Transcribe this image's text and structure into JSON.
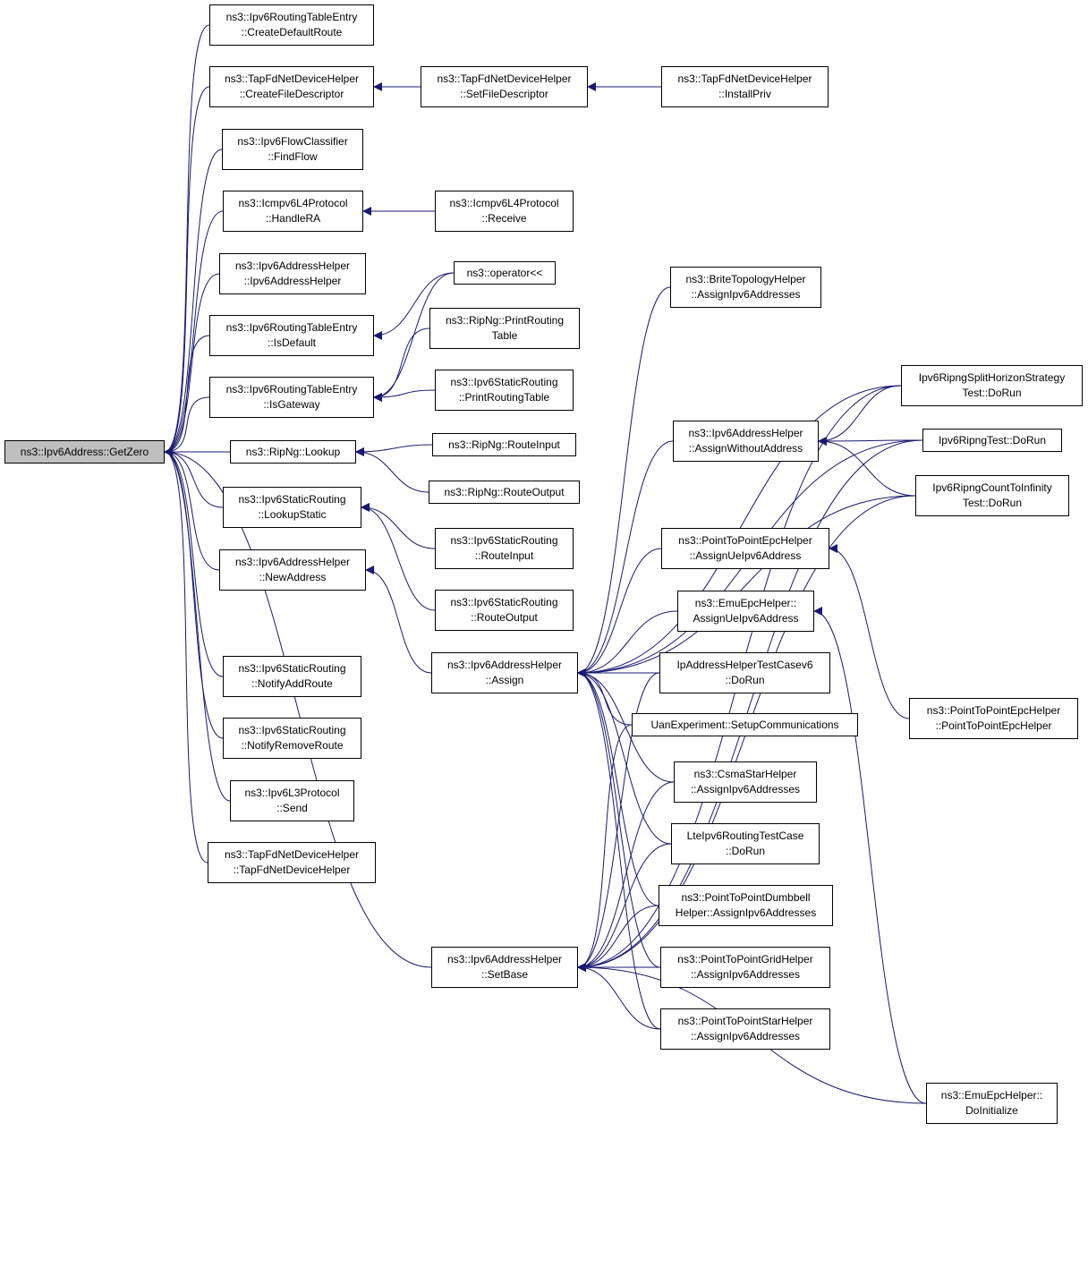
{
  "graph": {
    "edge_color": "#191970",
    "root_fill": "#bfbfbf",
    "nodes": [
      {
        "id": "root",
        "l1": "ns3::Ipv6Address::GetZero",
        "l2": ""
      },
      {
        "id": "n1",
        "l1": "ns3::Ipv6RoutingTableEntry",
        "l2": "::CreateDefaultRoute"
      },
      {
        "id": "n2",
        "l1": "ns3::TapFdNetDeviceHelper",
        "l2": "::CreateFileDescriptor"
      },
      {
        "id": "n3",
        "l1": "ns3::Ipv6FlowClassifier",
        "l2": "::FindFlow"
      },
      {
        "id": "n4",
        "l1": "ns3::Icmpv6L4Protocol",
        "l2": "::HandleRA"
      },
      {
        "id": "n5",
        "l1": "ns3::Ipv6AddressHelper",
        "l2": "::Ipv6AddressHelper"
      },
      {
        "id": "n6",
        "l1": "ns3::Ipv6RoutingTableEntry",
        "l2": "::IsDefault"
      },
      {
        "id": "n7",
        "l1": "ns3::Ipv6RoutingTableEntry",
        "l2": "::IsGateway"
      },
      {
        "id": "n8",
        "l1": "ns3::RipNg::Lookup",
        "l2": ""
      },
      {
        "id": "n9",
        "l1": "ns3::Ipv6StaticRouting",
        "l2": "::LookupStatic"
      },
      {
        "id": "n10",
        "l1": "ns3::Ipv6AddressHelper",
        "l2": "::NewAddress"
      },
      {
        "id": "n11",
        "l1": "ns3::Ipv6StaticRouting",
        "l2": "::NotifyAddRoute"
      },
      {
        "id": "n12",
        "l1": "ns3::Ipv6StaticRouting",
        "l2": "::NotifyRemoveRoute"
      },
      {
        "id": "n13",
        "l1": "ns3::Ipv6L3Protocol",
        "l2": "::Send"
      },
      {
        "id": "n14",
        "l1": "ns3::TapFdNetDeviceHelper",
        "l2": "::TapFdNetDeviceHelper"
      },
      {
        "id": "n15",
        "l1": "ns3::TapFdNetDeviceHelper",
        "l2": "::SetFileDescriptor"
      },
      {
        "id": "n16",
        "l1": "ns3::TapFdNetDeviceHelper",
        "l2": "::InstallPriv"
      },
      {
        "id": "n17",
        "l1": "ns3::Icmpv6L4Protocol",
        "l2": "::Receive"
      },
      {
        "id": "n18",
        "l1": "ns3::operator<<",
        "l2": ""
      },
      {
        "id": "n19",
        "l1": "ns3::RipNg::PrintRouting",
        "l2": "Table"
      },
      {
        "id": "n20",
        "l1": "ns3::Ipv6StaticRouting",
        "l2": "::PrintRoutingTable"
      },
      {
        "id": "n21",
        "l1": "ns3::RipNg::RouteInput",
        "l2": ""
      },
      {
        "id": "n22",
        "l1": "ns3::RipNg::RouteOutput",
        "l2": ""
      },
      {
        "id": "n23",
        "l1": "ns3::Ipv6StaticRouting",
        "l2": "::RouteInput"
      },
      {
        "id": "n24",
        "l1": "ns3::Ipv6StaticRouting",
        "l2": "::RouteOutput"
      },
      {
        "id": "n25",
        "l1": "ns3::Ipv6AddressHelper",
        "l2": "::Assign"
      },
      {
        "id": "n26",
        "l1": "ns3::Ipv6AddressHelper",
        "l2": "::SetBase"
      },
      {
        "id": "n27",
        "l1": "ns3::BriteTopologyHelper",
        "l2": "::AssignIpv6Addresses"
      },
      {
        "id": "n28",
        "l1": "ns3::Ipv6AddressHelper",
        "l2": "::AssignWithoutAddress"
      },
      {
        "id": "n29",
        "l1": "ns3::PointToPointEpcHelper",
        "l2": "::AssignUeIpv6Address"
      },
      {
        "id": "n30",
        "l1": "ns3::EmuEpcHelper::",
        "l2": "AssignUeIpv6Address"
      },
      {
        "id": "n31",
        "l1": "IpAddressHelperTestCasev6",
        "l2": "::DoRun"
      },
      {
        "id": "n32",
        "l1": "UanExperiment::SetupCommunications",
        "l2": ""
      },
      {
        "id": "n33",
        "l1": "ns3::CsmaStarHelper",
        "l2": "::AssignIpv6Addresses"
      },
      {
        "id": "n34",
        "l1": "LteIpv6RoutingTestCase",
        "l2": "::DoRun"
      },
      {
        "id": "n35",
        "l1": "ns3::PointToPointDumbbell",
        "l2": "Helper::AssignIpv6Addresses"
      },
      {
        "id": "n36",
        "l1": "ns3::PointToPointGridHelper",
        "l2": "::AssignIpv6Addresses"
      },
      {
        "id": "n37",
        "l1": "ns3::PointToPointStarHelper",
        "l2": "::AssignIpv6Addresses"
      },
      {
        "id": "n38",
        "l1": "Ipv6RipngSplitHorizonStrategy",
        "l2": "Test::DoRun"
      },
      {
        "id": "n39",
        "l1": "Ipv6RipngTest::DoRun",
        "l2": ""
      },
      {
        "id": "n40",
        "l1": "Ipv6RipngCountToInfinity",
        "l2": "Test::DoRun"
      },
      {
        "id": "n41",
        "l1": "ns3::PointToPointEpcHelper",
        "l2": "::PointToPointEpcHelper"
      },
      {
        "id": "n42",
        "l1": "ns3::EmuEpcHelper::",
        "l2": "DoInitialize"
      }
    ],
    "edges": [
      [
        "n1",
        "root"
      ],
      [
        "n2",
        "root"
      ],
      [
        "n3",
        "root"
      ],
      [
        "n4",
        "root"
      ],
      [
        "n5",
        "root"
      ],
      [
        "n6",
        "root"
      ],
      [
        "n7",
        "root"
      ],
      [
        "n8",
        "root"
      ],
      [
        "n9",
        "root"
      ],
      [
        "n10",
        "root"
      ],
      [
        "n11",
        "root"
      ],
      [
        "n12",
        "root"
      ],
      [
        "n13",
        "root"
      ],
      [
        "n14",
        "root"
      ],
      [
        "n26",
        "root"
      ],
      [
        "n15",
        "n2"
      ],
      [
        "n16",
        "n15"
      ],
      [
        "n17",
        "n4"
      ],
      [
        "n18",
        "n6"
      ],
      [
        "n18",
        "n7"
      ],
      [
        "n19",
        "n7"
      ],
      [
        "n20",
        "n7"
      ],
      [
        "n21",
        "n8"
      ],
      [
        "n22",
        "n8"
      ],
      [
        "n23",
        "n9"
      ],
      [
        "n24",
        "n9"
      ],
      [
        "n25",
        "n10"
      ],
      [
        "n27",
        "n25"
      ],
      [
        "n28",
        "n25"
      ],
      [
        "n29",
        "n25"
      ],
      [
        "n30",
        "n25"
      ],
      [
        "n31",
        "n25"
      ],
      [
        "n32",
        "n25"
      ],
      [
        "n33",
        "n25"
      ],
      [
        "n34",
        "n25"
      ],
      [
        "n35",
        "n25"
      ],
      [
        "n36",
        "n25"
      ],
      [
        "n37",
        "n25"
      ],
      [
        "n38",
        "n25"
      ],
      [
        "n39",
        "n25"
      ],
      [
        "n40",
        "n25"
      ],
      [
        "n38",
        "n28"
      ],
      [
        "n39",
        "n28"
      ],
      [
        "n40",
        "n28"
      ],
      [
        "n41",
        "n29"
      ],
      [
        "n42",
        "n30"
      ],
      [
        "n31",
        "n26"
      ],
      [
        "n32",
        "n26"
      ],
      [
        "n33",
        "n26"
      ],
      [
        "n34",
        "n26"
      ],
      [
        "n35",
        "n26"
      ],
      [
        "n36",
        "n26"
      ],
      [
        "n37",
        "n26"
      ],
      [
        "n38",
        "n26"
      ],
      [
        "n39",
        "n26"
      ],
      [
        "n40",
        "n26"
      ],
      [
        "n42",
        "n26"
      ]
    ]
  }
}
